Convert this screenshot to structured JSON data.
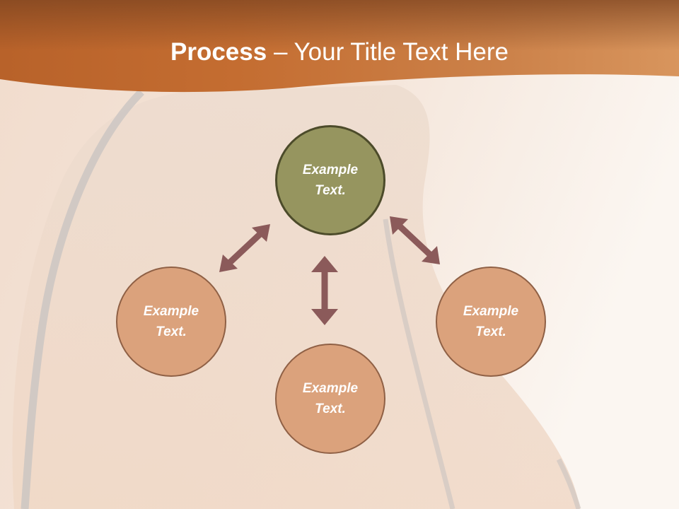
{
  "slide": {
    "title_bold": "Process",
    "title_rest": " – Your Title Text Here"
  },
  "diagram": {
    "center": {
      "label": "Example Text."
    },
    "left": {
      "label": "Example Text."
    },
    "bottom": {
      "label": "Example Text."
    },
    "right": {
      "label": "Example Text."
    }
  },
  "colors": {
    "banner_dark": "#8c4f22",
    "banner_mid": "#c56f32",
    "banner_light": "#d8935c",
    "background": "#f5e6dc",
    "center_fill": "#96955f",
    "center_border": "#4c4b2a",
    "node_fill": "#dba27c",
    "node_border": "#8f6045",
    "arrow": "#8b5a5a"
  }
}
